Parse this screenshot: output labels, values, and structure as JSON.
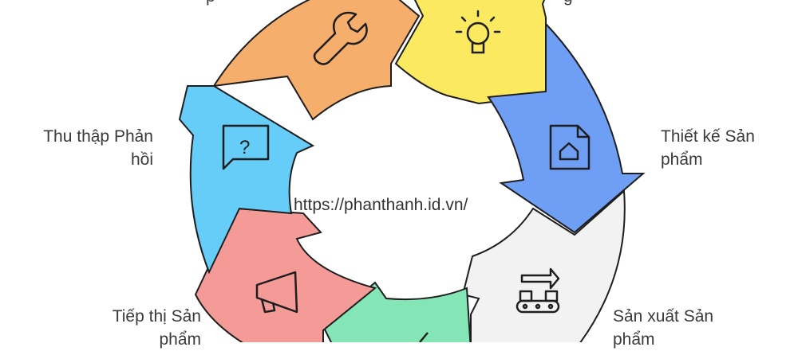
{
  "center_text": "https://phanthanh.id.vn/",
  "steps": [
    {
      "label_line1": "",
      "label_line2": "",
      "icon": "lightbulb-icon",
      "color": "#fbe95f"
    },
    {
      "label_line1": "Thiết kế Sản",
      "label_line2": "phẩm",
      "icon": "document-house-icon",
      "color": "#6e9ff5"
    },
    {
      "label_line1": "Sản xuất Sản",
      "label_line2": "phẩm",
      "icon": "conveyor-icon",
      "color": "#f0f0f0"
    },
    {
      "label_line1": "",
      "label_line2": "",
      "icon": "chevron-icon",
      "color": "#84e6b6"
    },
    {
      "label_line1": "Tiếp thị Sản",
      "label_line2": "phẩm",
      "icon": "megaphone-icon",
      "color": "#f59b97"
    },
    {
      "label_line1": "Thu thập Phản",
      "label_line2": "hồi",
      "icon": "question-bubble-icon",
      "color": "#65cdf8"
    },
    {
      "label_line1": "",
      "label_line2": "",
      "icon": "wrench-icon",
      "color": "#f6ae6d"
    }
  ]
}
